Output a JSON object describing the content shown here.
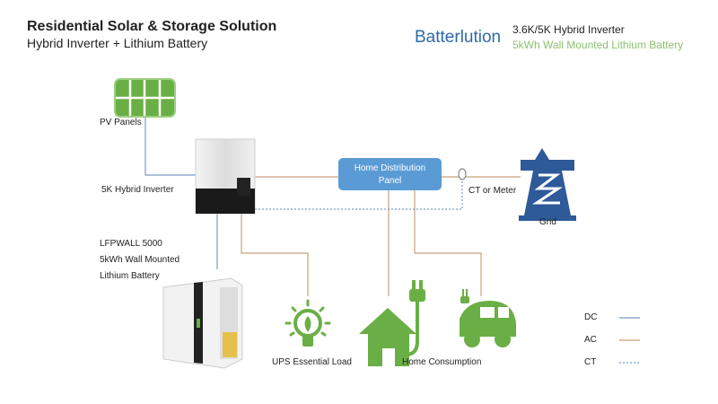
{
  "header": {
    "title": "Residential Solar & Storage Solution",
    "subtitle": "Hybrid Inverter + Lithium Battery"
  },
  "brand": {
    "name": "Batterlution",
    "line1": "3.6K/5K Hybrid Inverter",
    "line2": "5kWh Wall Mounted Lithium Battery"
  },
  "labels": {
    "pv": "PV Panels",
    "inverter": "5K Hybrid Inverter",
    "battery_1": "LFPWALL 5000",
    "battery_2": "5kWh Wall Mounted",
    "battery_3": "Lithium Battery",
    "panel_1": "Home Distribution",
    "panel_2": "Panel",
    "ct": "CT or Meter",
    "grid": "Grid",
    "ups": "UPS Essential Load",
    "home": "Home Consumption"
  },
  "legend": [
    {
      "label": "DC",
      "color": "#7a9cc0"
    },
    {
      "label": "AC",
      "color": "#c8a27a"
    },
    {
      "label": "CT",
      "color": "#7a9cc0"
    }
  ],
  "colors": {
    "green": "#6aaf45",
    "blue": "#5b9bd5",
    "grid_blue": "#2e5a9a"
  }
}
